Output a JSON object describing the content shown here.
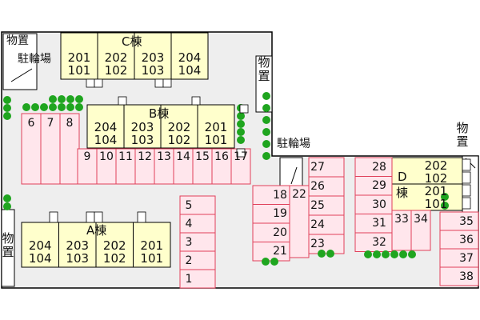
{
  "colors": {
    "building": "#ffffcc",
    "parking": "#ffe6ec",
    "parking_stroke": "#e0405a",
    "tree": "#1fa51f",
    "ground": "#eeeeee"
  },
  "labels": {
    "storage": "物置",
    "bike_parking": "駐輪場"
  },
  "buildings": {
    "C": {
      "name": "C棟",
      "units": [
        [
          "201",
          "101"
        ],
        [
          "202",
          "102"
        ],
        [
          "203",
          "103"
        ],
        [
          "204",
          "104"
        ]
      ]
    },
    "B": {
      "name": "B棟",
      "units": [
        [
          "204",
          "104"
        ],
        [
          "203",
          "103"
        ],
        [
          "202",
          "102"
        ],
        [
          "201",
          "101"
        ]
      ]
    },
    "A": {
      "name": "A棟",
      "units": [
        [
          "204",
          "104"
        ],
        [
          "203",
          "103"
        ],
        [
          "202",
          "102"
        ],
        [
          "201",
          "101"
        ]
      ]
    },
    "D": {
      "name_letter": "D",
      "name_suffix": "棟",
      "units": [
        [
          "202",
          "102"
        ],
        [
          "201",
          "101"
        ]
      ]
    }
  },
  "parking": {
    "top_row": [
      "6",
      "7",
      "8"
    ],
    "b_row": [
      "9",
      "10",
      "11",
      "12",
      "13",
      "14",
      "15",
      "16",
      "17"
    ],
    "a_right": [
      "5",
      "4",
      "3",
      "2",
      "1"
    ],
    "left_mid": [
      "18",
      "19",
      "20",
      "21"
    ],
    "single": "22",
    "mid_col": [
      "27",
      "26",
      "25",
      "24",
      "23"
    ],
    "right_col": [
      "28",
      "29",
      "30",
      "31",
      "32"
    ],
    "pair": [
      "33",
      "34"
    ],
    "far_right": [
      "35",
      "36",
      "37",
      "38"
    ]
  }
}
